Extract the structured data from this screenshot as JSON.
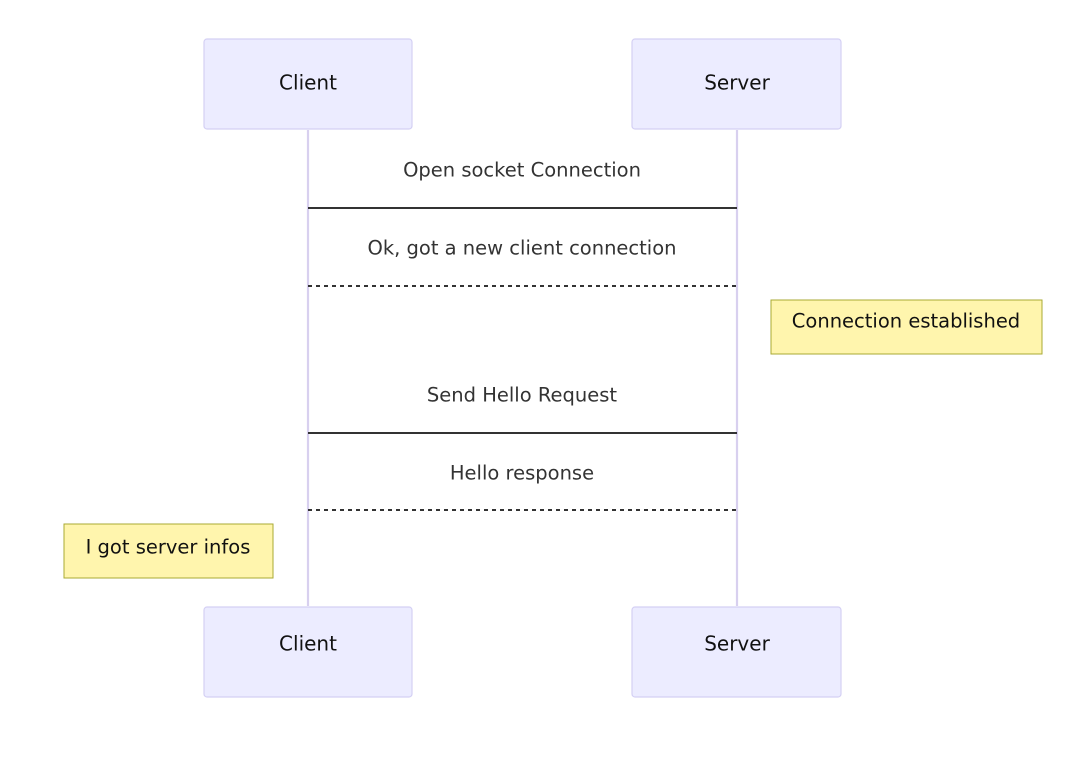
{
  "participants": {
    "client": {
      "label": "Client"
    },
    "server": {
      "label": "Server"
    }
  },
  "messages": [
    {
      "label": "Open socket Connection",
      "from": "Client",
      "to": "Server",
      "style": "solid"
    },
    {
      "label": "Ok, got a new client connection",
      "from": "Server",
      "to": "Client",
      "style": "dotted"
    },
    {
      "label": "Send Hello Request",
      "from": "Client",
      "to": "Server",
      "style": "solid"
    },
    {
      "label": "Hello response",
      "from": "Server",
      "to": "Client",
      "style": "dotted"
    }
  ],
  "notes": [
    {
      "text": "Connection established",
      "placement": "right of Server"
    },
    {
      "text": "I got server infos",
      "placement": "left of Client"
    }
  ],
  "colors": {
    "actor_fill": "#ececff",
    "actor_stroke": "#d4d0f4",
    "lifeline": "#d8d0ef",
    "note_fill": "#fff5ad",
    "note_stroke": "#aaaa33",
    "message_line": "#333333"
  }
}
